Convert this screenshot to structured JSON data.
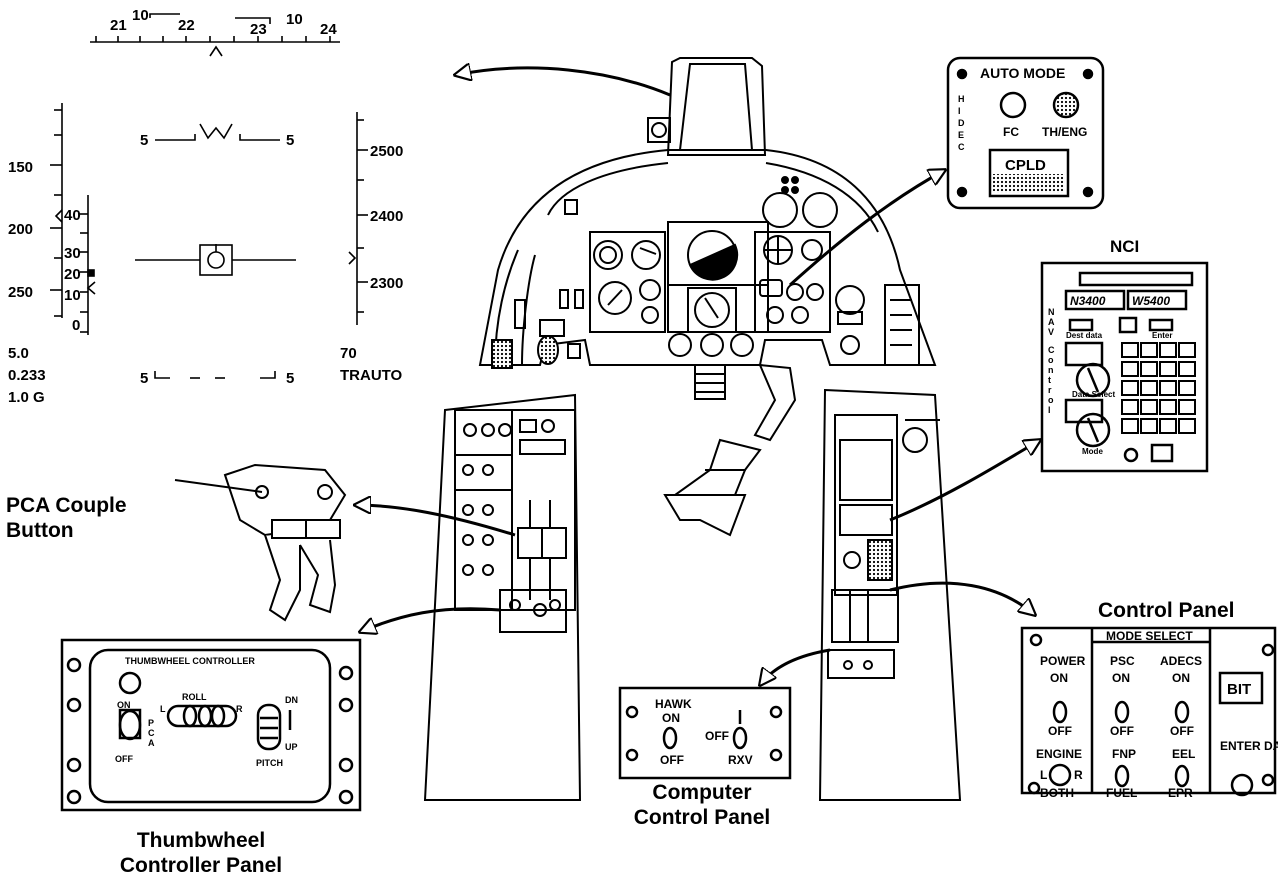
{
  "hud": {
    "heading_ticks": [
      "21",
      "22",
      "23",
      "24"
    ],
    "heading_bug_left": "10",
    "heading_bug_right": "10",
    "speed_scale": [
      "150",
      "200",
      "250"
    ],
    "alpha_scale": [
      "40",
      "30",
      "20",
      "10",
      "0"
    ],
    "alt_scale": [
      "2500",
      "2400",
      "2300"
    ],
    "pitch_labels": [
      "5",
      "5",
      "5",
      "5"
    ],
    "readout_left": [
      "5.0",
      "0.233",
      "1.0 G"
    ],
    "readout_right": [
      "70",
      "TRAUTO"
    ]
  },
  "auto_mode_panel": {
    "title": "AUTO MODE",
    "side_label": "H I D E C",
    "fc": "FC",
    "th_eng": "TH/ENG",
    "cpld": "CPLD"
  },
  "nci_panel": {
    "title": "NCI",
    "lat": "N3400",
    "lon": "W5400",
    "side_label": "NAV Control",
    "dest_data": "Dest data",
    "enter": "Enter",
    "data_select": "Data Select",
    "mode": "Mode"
  },
  "labels": {
    "pca_couple_button": [
      "PCA Couple",
      "Button"
    ],
    "thumbwheel_controller_panel": [
      "Thumbwheel",
      "Controller Panel"
    ],
    "computer_control_panel": [
      "Computer",
      "Control Panel"
    ],
    "control_panel": "Control Panel"
  },
  "thumbwheel_panel": {
    "title": "THUMBWHEEL CONTROLLER",
    "on": "ON",
    "off": "OFF",
    "pca": "P C A",
    "roll": "ROLL",
    "l": "L",
    "r": "R",
    "dn": "DN",
    "up": "UP",
    "pitch": "PITCH"
  },
  "computer_panel": {
    "hawk": "HAWK",
    "on": "ON",
    "off": "OFF",
    "off2": "OFF",
    "rxv": "RXV"
  },
  "control_panel": {
    "mode_select": "MODE SELECT",
    "power": "POWER",
    "psc": "PSC",
    "adecs": "ADECS",
    "on": "ON",
    "off": "OFF",
    "bit": "BIT",
    "engine": "ENGINE",
    "fnp": "FNP",
    "eel": "EEL",
    "l": "L",
    "r": "R",
    "both": "BOTH",
    "fuel": "FUEL",
    "epr": "EPR",
    "enter_data": "ENTER DATA"
  }
}
